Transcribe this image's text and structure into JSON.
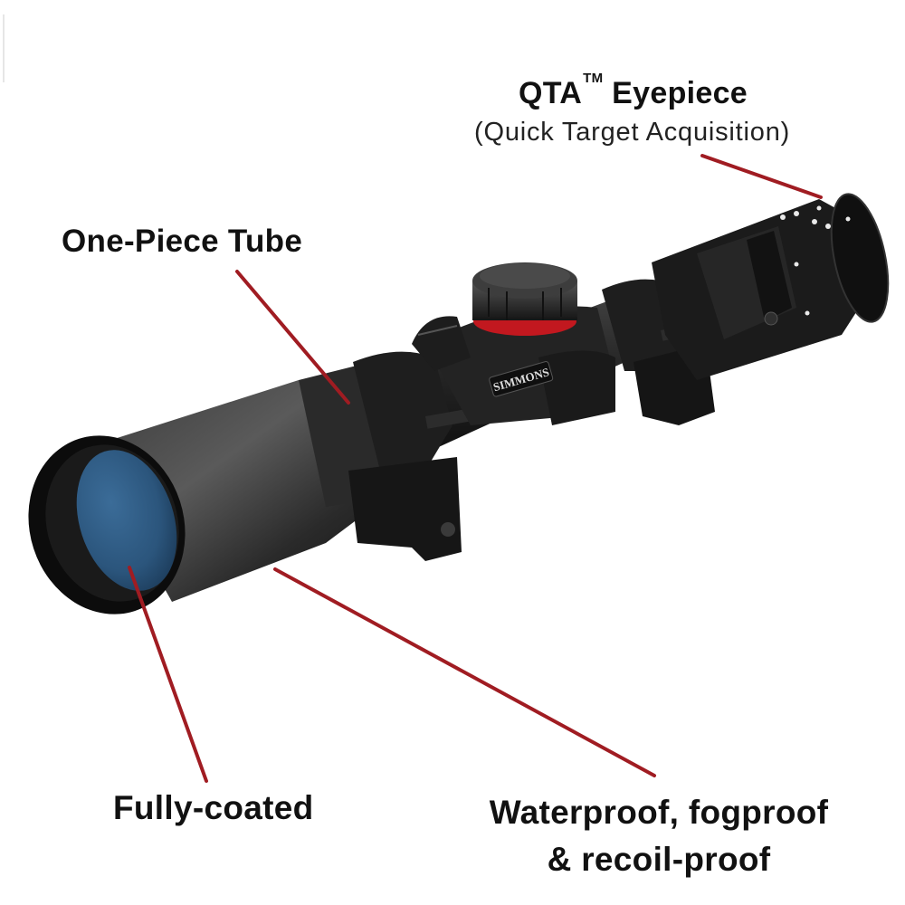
{
  "image": {
    "subject": "rifle-scope",
    "background_color": "#ffffff",
    "brand_mark_on_turret": "SIMMONS",
    "accent_ring_color": "#c2181f",
    "lens_color": "#2e5a82",
    "callout_line_color": "#a01c22",
    "body_color": "#1c1c1c"
  },
  "callouts": {
    "eyepiece": {
      "title_main": "QTA",
      "title_tm": "TM",
      "title_rest": " Eyepiece",
      "subtitle": "(Quick Target Acquisition)"
    },
    "tube": {
      "label": "One-Piece Tube"
    },
    "lens": {
      "label": "Fully-coated"
    },
    "weatherproof": {
      "line1": "Waterproof, fogproof",
      "line2": "& recoil-proof"
    }
  }
}
